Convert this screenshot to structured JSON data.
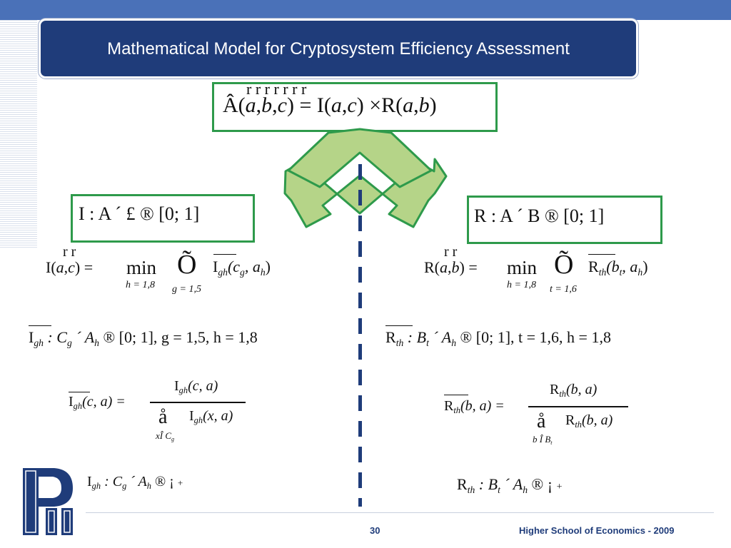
{
  "slide": {
    "title": "Mathematical Model for Cryptosystem Efficiency Assessment",
    "page_number": "30",
    "footer_text": "Higher School of Economics - 2009"
  },
  "top_formula": {
    "vec_marks": "r  r  r              r  r              r  r",
    "lhs": "Â(",
    "a": "a",
    "b": "b",
    "c": "c",
    "middle": ") =  I(",
    "middle2": ") ×R(",
    "close": ")"
  },
  "left": {
    "box_text": "I : A ´  £  ®  [0; 1]",
    "vec_marks": "r  r",
    "eq_lhs": "I(",
    "eq_a": "a",
    "eq_c": "c",
    "eq_close": ")  =",
    "min": "min",
    "min_sub": "h = 1,8",
    "prod": "Õ",
    "prod_sub": "g = 1,5",
    "term_I": "I",
    "term_sub": "gh",
    "term_args": "(c",
    "term_args_sub": "g",
    "term_args2": ", a",
    "term_args2_sub": "h",
    "term_close": ")",
    "domain_I": "I",
    "domain_sub": "gh",
    "domain_rest": ": C",
    "domain_rest_sub": "g",
    "domain_tail": "´  A",
    "domain_tail_sub": "h",
    "domain_end": "®  [0; 1],  g  =  1,5,  h  =  1,8",
    "norm_lhs_I": "I",
    "norm_lhs_sub": "gh",
    "norm_lhs_args": "(c, a)  =",
    "norm_num_I": "I",
    "norm_num_sub": "gh",
    "norm_num_args": "(c, a)",
    "norm_sum": "å",
    "norm_sum_sub": "xÎ C",
    "norm_sum_sub2": "g",
    "norm_den_I": "I",
    "norm_den_sub": "gh",
    "norm_den_args": "(x, a)",
    "last_I": "I",
    "last_sub": "gh",
    "last_rest": ": C",
    "last_rest_sub": "g",
    "last_tail": "´  A",
    "last_tail_sub": "h",
    "last_end": "®  ¡",
    "last_plus": "+"
  },
  "right": {
    "box_text": "R : A ´  B  ®  [0; 1]",
    "vec_marks": "r  r",
    "eq_lhs": "R(",
    "eq_a": "a",
    "eq_b": "b",
    "eq_close": ")  =",
    "min": "min",
    "min_sub": "h = 1,8",
    "prod": "Õ",
    "prod_sub": "t = 1,6",
    "term_R": "R",
    "term_sub": "th",
    "term_args": "(b",
    "term_args_sub": "t",
    "term_args2": ", a",
    "term_args2_sub": "h",
    "term_close": ")",
    "domain_R": "R",
    "domain_sub": "th",
    "domain_rest": ": B",
    "domain_rest_sub": "t",
    "domain_tail": "´  A",
    "domain_tail_sub": "h",
    "domain_end": "®  [0; 1],  t  =  1,6,  h  =  1,8",
    "norm_lhs_R": "R",
    "norm_lhs_sub": "th",
    "norm_lhs_args": "(b, a)  =",
    "norm_num_R": "R",
    "norm_num_sub": "th",
    "norm_num_args": "(b, a)",
    "norm_sum": "å",
    "norm_sum_sub": "b Î B",
    "norm_sum_sub2": "t",
    "norm_den_R": "R",
    "norm_den_sub": "th",
    "norm_den_args": "(b, a)",
    "last_R": "R",
    "last_sub": "th",
    "last_rest": ": B",
    "last_rest_sub": "t",
    "last_tail": "´  A",
    "last_tail_sub": "h",
    "last_end": "®  ¡",
    "last_plus": "+"
  },
  "colors": {
    "title_bg": "#1f3c7a",
    "top_band": "#4a71b8",
    "box_border": "#2e9a4b",
    "arrow_fill": "#b5d488",
    "arrow_stroke": "#2e9a4b",
    "dash_line": "#1f3c7a"
  }
}
